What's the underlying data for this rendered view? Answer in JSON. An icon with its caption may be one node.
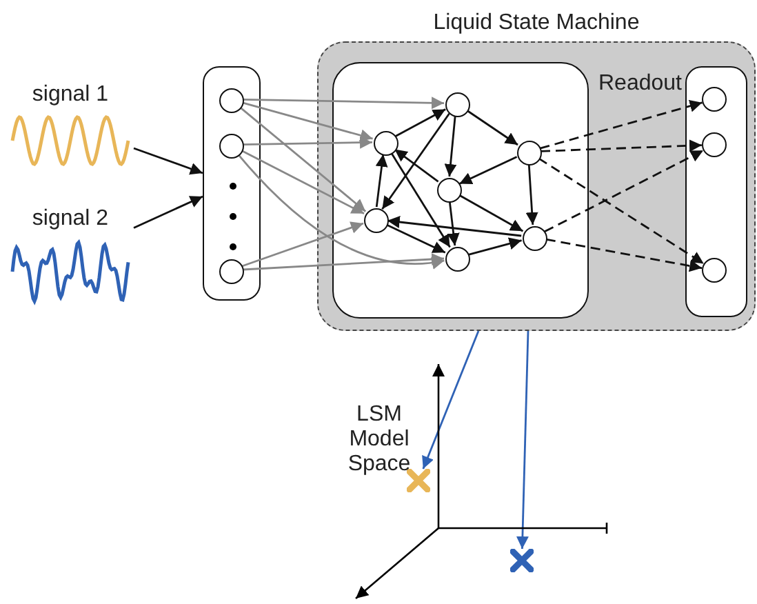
{
  "diagram": {
    "nodes": [
      {
        "text": [
          "signal 1"
        ]
      },
      {
        "text": [
          "signal 2"
        ]
      },
      {
        "text": [],
        "shape": "box"
      },
      {
        "text": [],
        "shape": "circle",
        "in": 2
      },
      {
        "text": [],
        "shape": "circle",
        "in": 2
      },
      {
        "text": [],
        "shape": "circle",
        "in": 2
      },
      {
        "text": [
          "Liquid State Machine"
        ]
      },
      {
        "text": [],
        "shape": "box",
        "in": 6
      },
      {
        "text": [],
        "shape": "circle",
        "in": 7
      },
      {
        "text": [],
        "shape": "circle",
        "in": 7
      },
      {
        "text": [],
        "shape": "circle",
        "in": 7
      },
      {
        "text": [],
        "shape": "circle",
        "in": 7
      },
      {
        "text": [],
        "shape": "circle",
        "in": 7
      },
      {
        "text": [],
        "shape": "circle",
        "in": 7
      },
      {
        "text": [],
        "shape": "circle",
        "in": 7
      },
      {
        "text": [
          "Readout"
        ],
        "in": 6
      },
      {
        "text": [],
        "shape": "circle",
        "in": 15
      },
      {
        "text": [],
        "shape": "circle",
        "in": 15
      },
      {
        "text": [],
        "shape": "circle",
        "in": 15
      },
      {
        "text": [],
        "shape": "cross"
      },
      {
        "text": [],
        "shape": "cross"
      }
    ],
    "edges": [
      {
        "from": 0,
        "to": 2,
        "arrow": "to"
      },
      {
        "from": 1,
        "to": 2,
        "arrow": "to"
      },
      {
        "from": 3,
        "to": 8,
        "arrow": "to",
        "color": "#888888"
      },
      {
        "from": 3,
        "to": 9,
        "arrow": "to",
        "color": "#888888"
      },
      {
        "from": 3,
        "to": 12,
        "arrow": "to",
        "color": "#888888"
      },
      {
        "from": 4,
        "to": 9,
        "arrow": "to",
        "color": "#888888"
      },
      {
        "from": 4,
        "to": 12,
        "arrow": "to",
        "color": "#888888"
      },
      {
        "from": 4,
        "to": 14,
        "arrow": "to",
        "color": "#888888"
      },
      {
        "from": 5,
        "to": 12,
        "arrow": "to",
        "color": "#888888"
      },
      {
        "from": 5,
        "to": 14,
        "arrow": "to",
        "color": "#888888"
      },
      {
        "from": 9,
        "to": 8,
        "arrow": "to"
      },
      {
        "from": 8,
        "to": 10,
        "arrow": "to"
      },
      {
        "from": 8,
        "to": 11,
        "arrow": "to"
      },
      {
        "from": 8,
        "to": 12,
        "arrow": "to"
      },
      {
        "from": 10,
        "to": 11,
        "arrow": "to"
      },
      {
        "from": 10,
        "to": 13,
        "arrow": "to"
      },
      {
        "from": 11,
        "to": 9,
        "arrow": "to"
      },
      {
        "from": 11,
        "to": 13,
        "arrow": "to"
      },
      {
        "from": 11,
        "to": 14,
        "arrow": "to"
      },
      {
        "from": 12,
        "to": 9,
        "arrow": "to"
      },
      {
        "from": 13,
        "to": 12,
        "arrow": "to"
      },
      {
        "from": 9,
        "to": 14,
        "arrow": "to"
      },
      {
        "from": 12,
        "to": 14,
        "arrow": "to"
      },
      {
        "from": 14,
        "to": 13,
        "arrow": "to"
      },
      {
        "from": 10,
        "to": 16,
        "arrow": "to",
        "style": "dashed"
      },
      {
        "from": 10,
        "to": 17,
        "arrow": "to",
        "style": "dashed"
      },
      {
        "from": 10,
        "to": 18,
        "arrow": "to",
        "style": "dashed"
      },
      {
        "from": 13,
        "to": 17,
        "arrow": "to",
        "style": "dashed"
      },
      {
        "from": 13,
        "to": 18,
        "arrow": "to",
        "style": "dashed"
      },
      {
        "from": 6,
        "to": 19,
        "arrow": "to",
        "color": "#2f62b5"
      },
      {
        "from": 6,
        "to": 20,
        "arrow": "to",
        "color": "#2f62b5"
      }
    ],
    "labels": [
      "LSM Model Space"
    ]
  }
}
